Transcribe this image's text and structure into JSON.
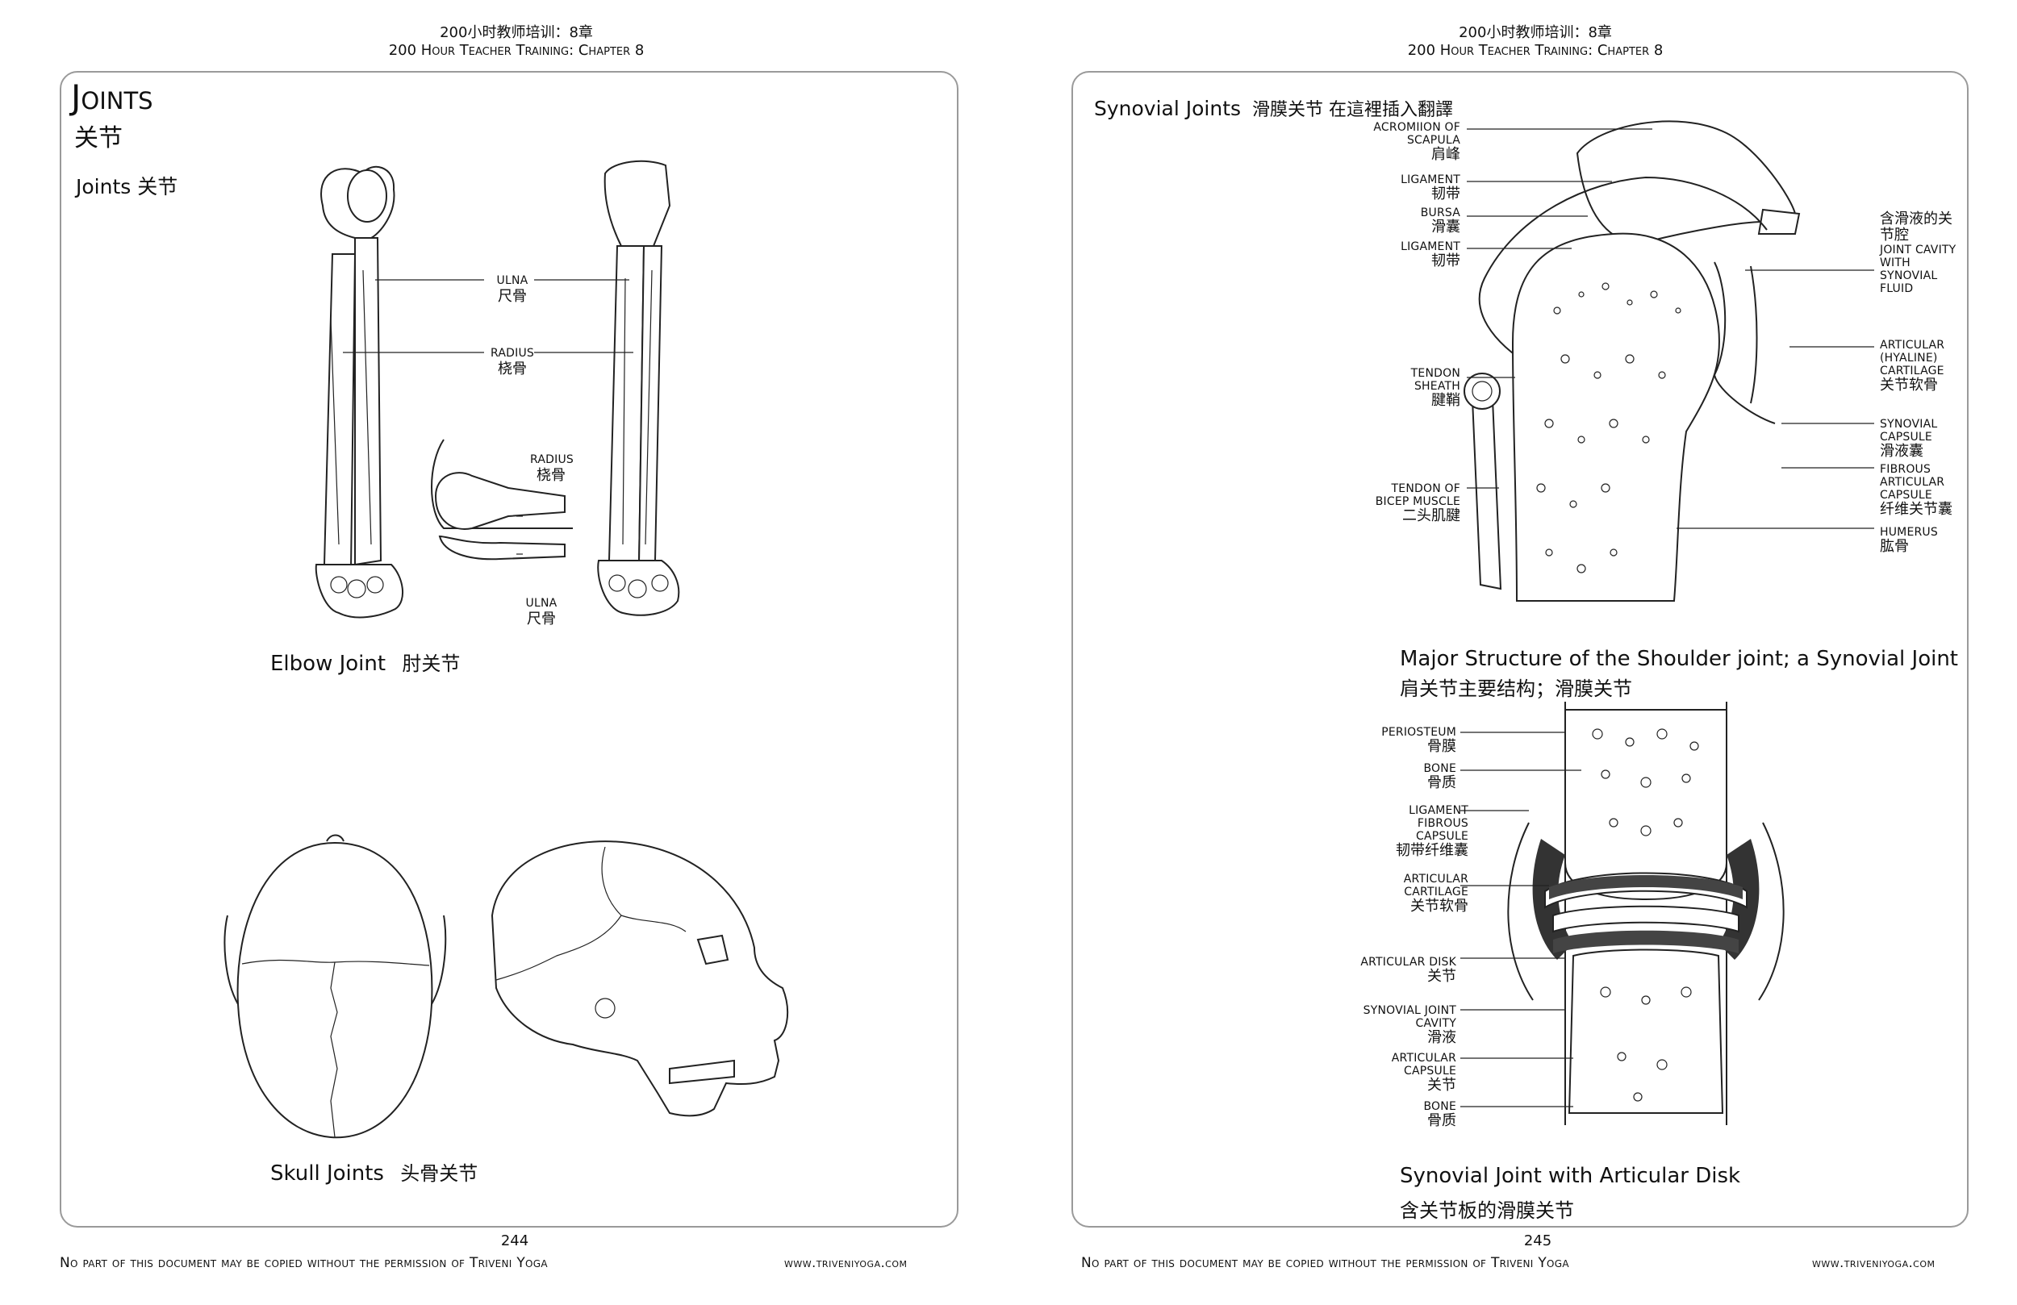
{
  "left_page": {
    "header_cn": "200小时教师培训：8章",
    "header_en": "200 Hour Teacher Training: Chapter 8",
    "title_en": "Joints",
    "title_cn": "关节",
    "subtitle": "Joints 关节",
    "labels": {
      "ulna1_en": "ULNA",
      "ulna1_cn": "尺骨",
      "radius1_en": "RADIUS",
      "radius1_cn": "桡骨",
      "radius2_en": "RADIUS",
      "radius2_cn": "桡骨",
      "ulna2_en": "ULNA",
      "ulna2_cn": "尺骨"
    },
    "elbow_caption_en": "Elbow Joint",
    "elbow_caption_cn": "肘关节",
    "skull_caption_en": "Skull Joints",
    "skull_caption_cn": "头骨关节",
    "page_number": "244",
    "footer_notice": "No part of this document may be copied without the permission of Triveni Yoga",
    "footer_web": "www.triveniyoga.com"
  },
  "right_page": {
    "header_cn": "200小时教师培训：8章",
    "header_en": "200 Hour Teacher Training: Chapter 8",
    "title_en": "Synovial Joints",
    "title_cn": "滑膜关节 在這裡插入翻譯",
    "shoulder_labels_left": [
      {
        "en": "ACROMIION OF SCAPULA",
        "cn": "肩峰"
      },
      {
        "en": "LIGAMENT",
        "cn": "韧带"
      },
      {
        "en": "BURSA",
        "cn": "滑囊"
      },
      {
        "en": "LIGAMENT",
        "cn": "韧带"
      },
      {
        "en": "TENDON SHEATH",
        "cn": "腱鞘"
      },
      {
        "en": "TENDON OF BICEP MUSCLE",
        "cn": "二头肌腱"
      }
    ],
    "shoulder_labels_right": [
      {
        "cn_top": "含滑液的关节腔",
        "en": "JOINT CAVITY WITH SYNOVIAL FLUID",
        "cn": ""
      },
      {
        "en": "ARTICULAR (HYALINE) CARTILAGE",
        "cn": "关节软骨"
      },
      {
        "en": "SYNOVIAL CAPSULE",
        "cn": "滑液囊"
      },
      {
        "en": "FIBROUS ARTICULAR CAPSULE",
        "cn": "纤维关节囊"
      },
      {
        "en": "HUMERUS",
        "cn": "肱骨"
      }
    ],
    "shoulder_caption_en": "Major Structure of the Shoulder joint; a Synovial Joint",
    "shoulder_caption_cn": "肩关节主要结构；滑膜关节",
    "disk_labels": [
      {
        "en": "PERIOSTEUM",
        "cn": "骨膜"
      },
      {
        "en": "BONE",
        "cn": "骨质"
      },
      {
        "en": "LIGAMENT FIBROUS CAPSULE",
        "cn": "韧带纤维囊"
      },
      {
        "en": "ARTICULAR CARTILAGE",
        "cn": "关节软骨"
      },
      {
        "en": "ARTICULAR DISK",
        "cn": "关节"
      },
      {
        "en": "SYNOVIAL JOINT CAVITY",
        "cn": "滑液"
      },
      {
        "en": "ARTICULAR CAPSULE",
        "cn": "关节"
      },
      {
        "en": "BONE",
        "cn": "骨质"
      }
    ],
    "disk_caption_en": "Synovial Joint with Articular Disk",
    "disk_caption_cn": "含关节板的滑膜关节",
    "page_number": "245",
    "footer_notice": "No part of this document may be copied without the permission of Triveni Yoga",
    "footer_web": "www.triveniyoga.com"
  }
}
